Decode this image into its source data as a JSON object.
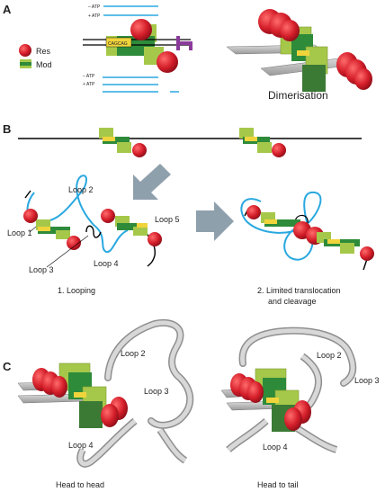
{
  "panels": {
    "a": "A",
    "b": "B",
    "c": "C"
  },
  "panel_a": {
    "atp_minus_top": "– ATP",
    "atp_plus_top": "+ ATP",
    "atp_minus_bottom": "– ATP",
    "atp_plus_bottom": "+ ATP",
    "site_seq": "CAGCAG",
    "legend": [
      {
        "label": "Res",
        "color": "#d41e2a"
      },
      {
        "label": "Mod",
        "color": "#58a23a"
      }
    ],
    "dimerisation_label": "Dimerisation"
  },
  "panel_b": {
    "loops": [
      "Loop 1",
      "Loop 2",
      "Loop 3",
      "Loop 4",
      "Loop 5"
    ],
    "step1": "1. Looping",
    "step2_line1": "2. Limited translocation",
    "step2_line2": "and cleavage"
  },
  "panel_c": {
    "left_loops": [
      "Loop 2",
      "Loop 3",
      "Loop 4"
    ],
    "right_loops": [
      "Loop 2",
      "Loop 3",
      "Loop 4"
    ],
    "left_caption": "Head to head",
    "right_caption": "Head to tail"
  },
  "colors": {
    "res": "#d41e2a",
    "mod_dark": "#2e8b3a",
    "mod_light": "#a6c84a",
    "site": "#f0d43c",
    "dna_loop": "#29a8e0",
    "arrow": "#8fa0ad",
    "ribbon": "#b5b5b5",
    "purple": "#8a3a9a"
  }
}
